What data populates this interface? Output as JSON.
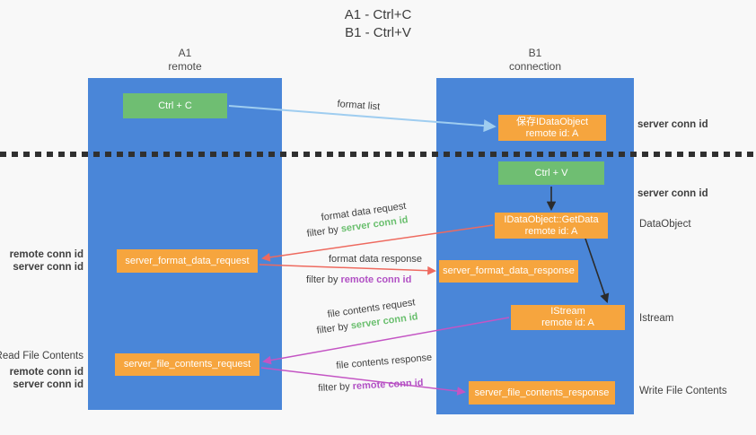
{
  "title": {
    "line1": "A1 - Ctrl+C",
    "line2": "B1 - Ctrl+V"
  },
  "lanes": {
    "left": {
      "name": "A1",
      "subtitle": "remote"
    },
    "right": {
      "name": "B1",
      "subtitle": "connection"
    }
  },
  "nodes": {
    "ctrl_c": {
      "label": "Ctrl + C"
    },
    "ctrl_v": {
      "label": "Ctrl + V"
    },
    "save_idataobject": {
      "line1": "保存IDataObject",
      "line2": "remote id: A"
    },
    "idataobject_getdata": {
      "line1": "IDataObject::GetData",
      "line2": "remote id: A"
    },
    "istream": {
      "line1": "IStream",
      "line2": "remote id: A"
    },
    "server_format_data_request": {
      "label": "server_format_data_request"
    },
    "server_format_data_response": {
      "label": "server_format_data_response"
    },
    "server_file_contents_request": {
      "label": "server_file_contents_request"
    },
    "server_file_contents_response": {
      "label": "server_file_contents_response"
    }
  },
  "edge_labels": {
    "format_list": "format list",
    "format_data_request": "format data request",
    "format_data_response": "format data response",
    "file_contents_request": "file contents request",
    "file_contents_response": "file contents response",
    "filter_by": "filter by",
    "server_conn_id": "server conn id",
    "remote_conn_id": "remote conn id"
  },
  "annotations": {
    "right_server_conn_id_1": "server conn id",
    "right_server_conn_id_2": "server conn id",
    "dataobject": "DataObject",
    "istream": "Istream",
    "write_file_contents": "Write File Contents",
    "read_file_contents": "Read File Contents",
    "left_remote_conn_id_1": "remote conn id",
    "left_server_conn_id_1": "server conn id",
    "left_remote_conn_id_2": "remote conn id",
    "left_server_conn_id_2": "server conn id"
  },
  "colors": {
    "lane_blue": "#4a86d8",
    "node_green": "#6fbe72",
    "node_orange": "#f6a53e",
    "arrow_blue": "#9fcdf0",
    "arrow_red": "#ee6a5f",
    "arrow_magenta": "#c455c4",
    "arrow_black": "#2b2b2b",
    "text_green": "#6abf6e",
    "text_purple": "#b150c4"
  }
}
